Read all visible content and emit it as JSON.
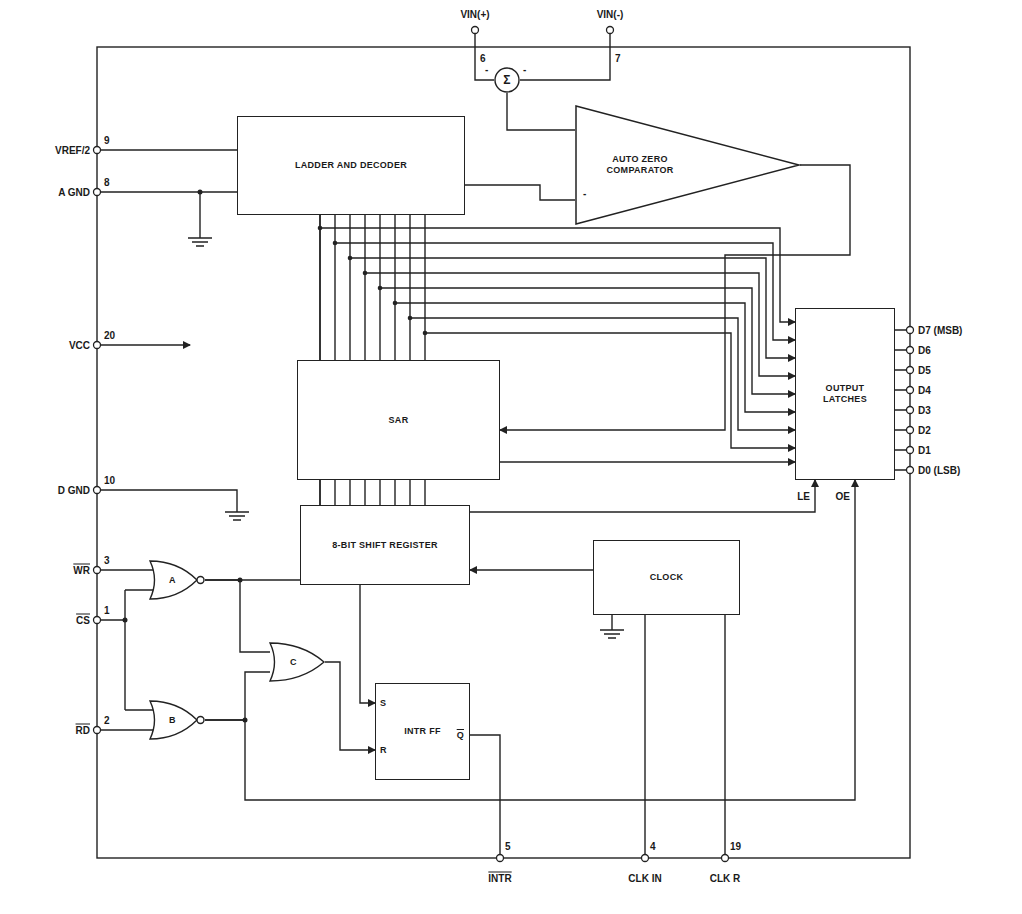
{
  "diagram": {
    "nodes": [
      {
        "text": [
          "LADDER AND DECODER"
        ]
      },
      {
        "text": [
          "Σ"
        ]
      },
      {
        "text": [
          "AUTO ZERO COMPARATOR"
        ]
      },
      {
        "text": [
          "SAR"
        ]
      },
      {
        "text": [
          "OUTPUT LATCHES"
        ]
      },
      {
        "text": [
          "8-BIT SHIFT REGISTER"
        ]
      },
      {
        "text": [
          "CLOCK"
        ]
      },
      {
        "text": [
          "A"
        ]
      },
      {
        "text": [
          "B"
        ]
      },
      {
        "text": [
          "C"
        ]
      },
      {
        "text": [
          "INTR FF",
          "S",
          "R",
          "Q"
        ]
      }
    ],
    "edges": [
      {
        "from": 1,
        "to": 2,
        "arrow": "none"
      },
      {
        "from": 0,
        "to": 2,
        "arrow": "none"
      },
      {
        "from": 2,
        "to": 3,
        "arrow": "to"
      },
      {
        "from": 3,
        "to": 0,
        "arrow": "none"
      },
      {
        "from": 3,
        "to": 4,
        "arrow": "to"
      },
      {
        "from": 5,
        "to": 3,
        "arrow": "none"
      },
      {
        "from": 5,
        "to": 4,
        "arrow": "to"
      },
      {
        "from": 6,
        "to": 5,
        "arrow": "to"
      },
      {
        "from": 7,
        "to": 5,
        "arrow": "none"
      },
      {
        "from": 7,
        "to": 9,
        "arrow": "none"
      },
      {
        "from": 8,
        "to": 9,
        "arrow": "none"
      },
      {
        "from": 9,
        "to": 10,
        "arrow": "to"
      },
      {
        "from": 5,
        "to": 10,
        "arrow": "to"
      },
      {
        "from": 8,
        "to": 4,
        "arrow": "to"
      }
    ],
    "labels": [
      "VREF/2",
      "9",
      "A GND",
      "8",
      "VCC",
      "20",
      "D GND",
      "10",
      "WR",
      "3",
      "CS",
      "1",
      "RD",
      "2",
      "INTR",
      "5",
      "CLK IN",
      "4",
      "CLK R",
      "19",
      "VIN(+)",
      "6",
      "VIN(-)",
      "7",
      "D7 (MSB)",
      "D6",
      "D5",
      "D4",
      "D3",
      "D2",
      "D1",
      "D0 (LSB)",
      "LE",
      "OE",
      "-",
      "-",
      "-"
    ]
  }
}
